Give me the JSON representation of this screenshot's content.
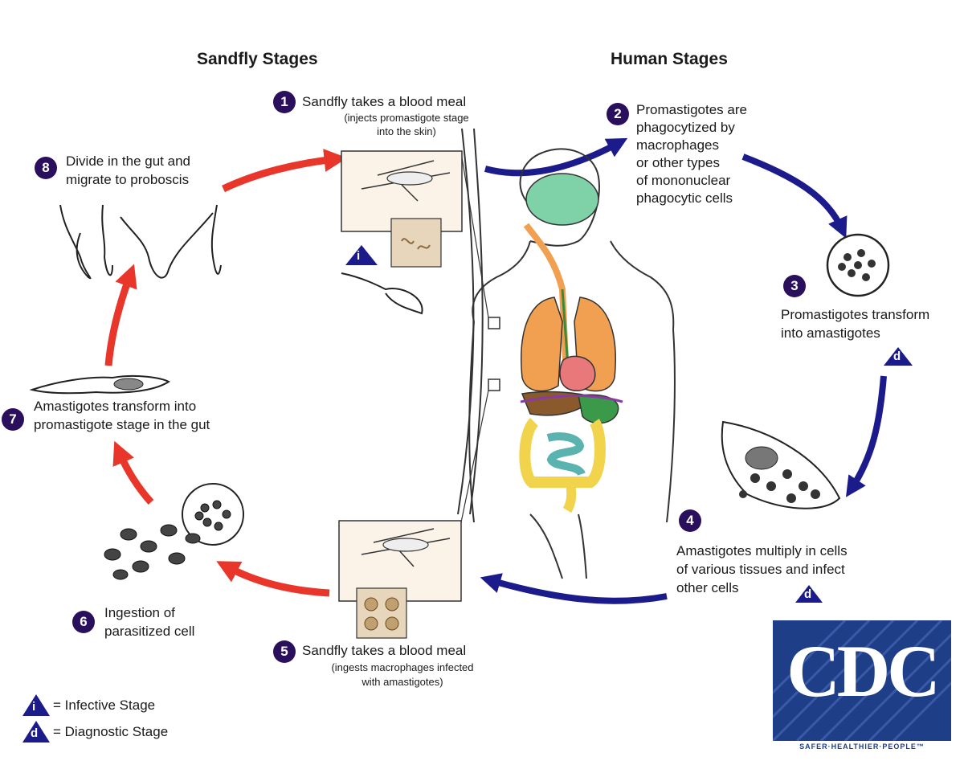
{
  "headings": {
    "sandfly": "Sandfly Stages",
    "human": "Human Stages"
  },
  "stages": [
    {
      "n": "1",
      "text": "Sandfly takes a blood meal",
      "sub": "(injects promastigote stage into the skin)"
    },
    {
      "n": "2",
      "text": "Promastigotes are phagocytized by macrophages or other types of mononuclear phagocytic cells"
    },
    {
      "n": "3",
      "text": "Promastigotes transform into amastigotes"
    },
    {
      "n": "4",
      "text": "Amastigotes multiply in cells of various tissues and infect other cells"
    },
    {
      "n": "5",
      "text": "Sandfly takes a blood meal",
      "sub": "(ingests macrophages infected with amastigotes)"
    },
    {
      "n": "6",
      "text": "Ingestion of parasitized cell"
    },
    {
      "n": "7",
      "text": "Amastigotes transform into promastigote stage in the gut"
    },
    {
      "n": "8",
      "text": "Divide in the gut and migrate to proboscis"
    }
  ],
  "stage_lines": {
    "s1": "Sandfly takes a blood meal",
    "s1_sub_a": "(injects promastigote stage",
    "s1_sub_b": "into the skin)",
    "s2_a": "Promastigotes are",
    "s2_b": "phagocytized by",
    "s2_c": "macrophages",
    "s2_d": "or other types",
    "s2_e": "of mononuclear",
    "s2_f": "phagocytic cells",
    "s3_a": "Promastigotes transform",
    "s3_b": "into amastigotes",
    "s4_a": "Amastigotes multiply in cells",
    "s4_b": "of various tissues and infect",
    "s4_c": "other cells",
    "s5": "Sandfly takes a blood meal",
    "s5_sub_a": "(ingests macrophages infected",
    "s5_sub_b": "with amastigotes)",
    "s6_a": "Ingestion of",
    "s6_b": "parasitized cell",
    "s7_a": "Amastigotes transform into",
    "s7_b": "promastigote stage in  the gut",
    "s8_a": "Divide in the gut and",
    "s8_b": "migrate to proboscis"
  },
  "markers": {
    "infective": "i",
    "diagnostic": "d"
  },
  "legend": {
    "infective": "= Infective Stage",
    "diagnostic": "= Diagnostic Stage"
  },
  "logo": {
    "letters": "CDC",
    "tagline": "SAFER·HEALTHIER·PEOPLE™"
  },
  "colors": {
    "human_arrow": "#1c1b8c",
    "sandfly_arrow": "#e8362a",
    "number_badge": "#2a0f5c",
    "logo_blue": "#1f3e88",
    "brain": "#7fd1a8",
    "lungs": "#f0a050",
    "heart": "#e8787a",
    "intestine_large": "#f2d44c",
    "intestine_small": "#5bb3b0",
    "liver": "#8a5a2c"
  }
}
